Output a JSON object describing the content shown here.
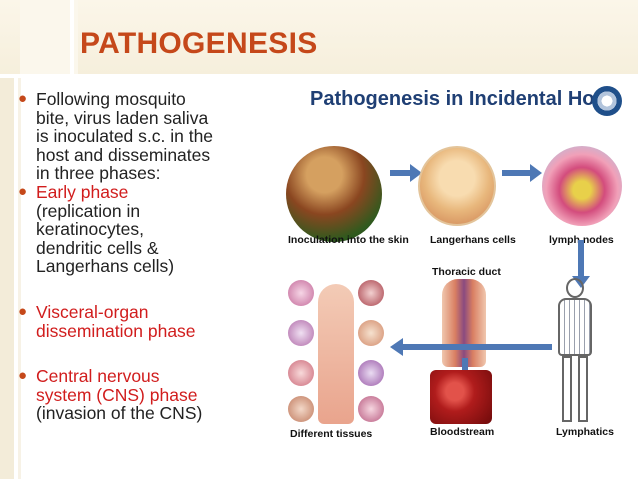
{
  "slide": {
    "title": "PATHOGENESIS",
    "bullets": [
      {
        "lines": [
          "Following mosquito",
          "bite, virus laden saliva",
          "is inoculated s.c. in the",
          "host and disseminates",
          "in three phases:"
        ]
      },
      {
        "lines": [
          "Early phase"
        ],
        "sub": [
          "(replication in",
          "keratinocytes,",
          "dendritic cells &",
          "Langerhans cells)"
        ]
      },
      {
        "lines": [
          "Visceral-organ",
          "dissemination phase"
        ]
      },
      {
        "lines": [
          "Central nervous",
          "system (CNS) phase"
        ],
        "sub": [
          "(invasion of the CNS)"
        ]
      }
    ],
    "accent_color": "#c5481a",
    "highlight_color": "#d11d1d"
  },
  "figure": {
    "title": "Pathogenesis in Incidental Host",
    "labels": {
      "inoculation": "Inoculation into the skin",
      "langerhans": "Langerhans cells",
      "lymph_nodes": "lymph nodes",
      "thoracic_duct": "Thoracic duct",
      "tissues": "Different tissues",
      "bloodstream": "Bloodstream",
      "lymphatics": "Lymphatics"
    }
  }
}
